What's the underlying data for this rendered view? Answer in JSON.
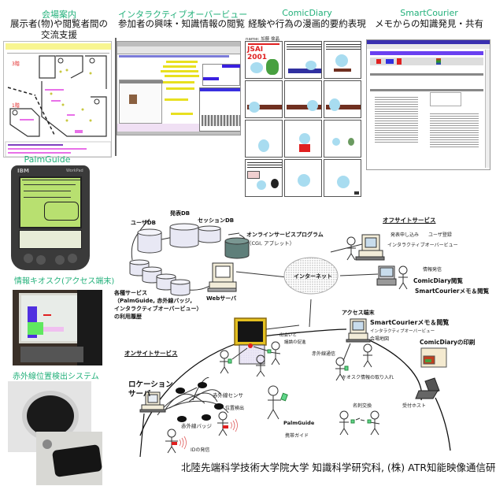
{
  "panels": {
    "venue_guide": {
      "title": "会場案内",
      "subtitle_line1": "展示者(物)や閲覧者間の",
      "subtitle_line2": "交流支援"
    },
    "interactive_overview": {
      "title": "インタラクティブオーバービュー",
      "subtitle": "参加者の興味・知識情報の閲覧"
    },
    "comic_diary": {
      "title": "ComicDiary",
      "subtitle": "経験や行為の漫画的要約表現",
      "name_label": "name: 加藤 倫晶",
      "cover_text": "JSAI 2001"
    },
    "smart_courier": {
      "title": "SmartCourier",
      "subtitle": "メモからの知識発見・共有"
    },
    "palm_guide": {
      "title": "PalmGuide",
      "brand": "IBM",
      "model": "WorkPad"
    },
    "info_kiosk": {
      "title": "情報キオスク(アクセス端末)"
    },
    "ir_system": {
      "title": "赤外線位置検出システム"
    }
  },
  "diagram": {
    "user_db": "ユーザDB",
    "presentation_db": "発表DB",
    "session_db": "セッションDB",
    "online_service_program": "オンラインサービスプログラム",
    "online_service_program_sub": "（CGI, アプレット）",
    "services_line1": "各種サービス",
    "services_line2": "（PalmGuide, 赤外線バッジ,",
    "services_line3": "インタラクティブオーバービュー）",
    "services_line4": "の利用履歴",
    "web_server": "Webサーバ",
    "internet": "インターネット",
    "offsite_services": "オフサイトサービス",
    "offsite_presentation_apply": "発表申し込み",
    "offsite_user_register": "ユーザ登録",
    "offsite_overview": "インタラクティブオーバービュー",
    "info_send": "情報発信",
    "comicdiary_view": "ComicDiary閲覧",
    "smartcourier_memo_view": "SmartCourierメモ＆閲覧",
    "access_terminal": "アクセス端末",
    "sc_memo_view": "SmartCourierメモ＆閲覧",
    "ac_overview": "インタラクティブオーバービュー",
    "ac_venue_map": "会場地図",
    "comicdiary_print": "ComicDiaryの印刷",
    "encounter_line1": "出会いと",
    "encounter_line2": "議論の促進",
    "ir_comm": "赤外線通信",
    "kiosk_info_import": "キオスク情報の取り入れ",
    "onsite_services": "オンサイトサービス",
    "location_server_line1": "ロケーション",
    "location_server_line2": "サーバ",
    "ir_sensor": "赤外線センサ",
    "position_detect": "位置検出",
    "ir_badge": "赤外線バッジ",
    "id_send": "IDの発信",
    "palmguide": "PalmGuide",
    "portable_guide": "携帯ガイド",
    "card_exchange": "名刺交換",
    "reception_host": "受付ホスト"
  },
  "footer": {
    "credits": "北陸先端科学技術大学院大学  知識科学研究科, (株) ATR知能映像通信研究所"
  },
  "colors": {
    "caption_green": "#22b07a",
    "highlight_red": "#e0201c",
    "badge_green": "#5fd68a",
    "db_teal": "#5f7f7a"
  }
}
